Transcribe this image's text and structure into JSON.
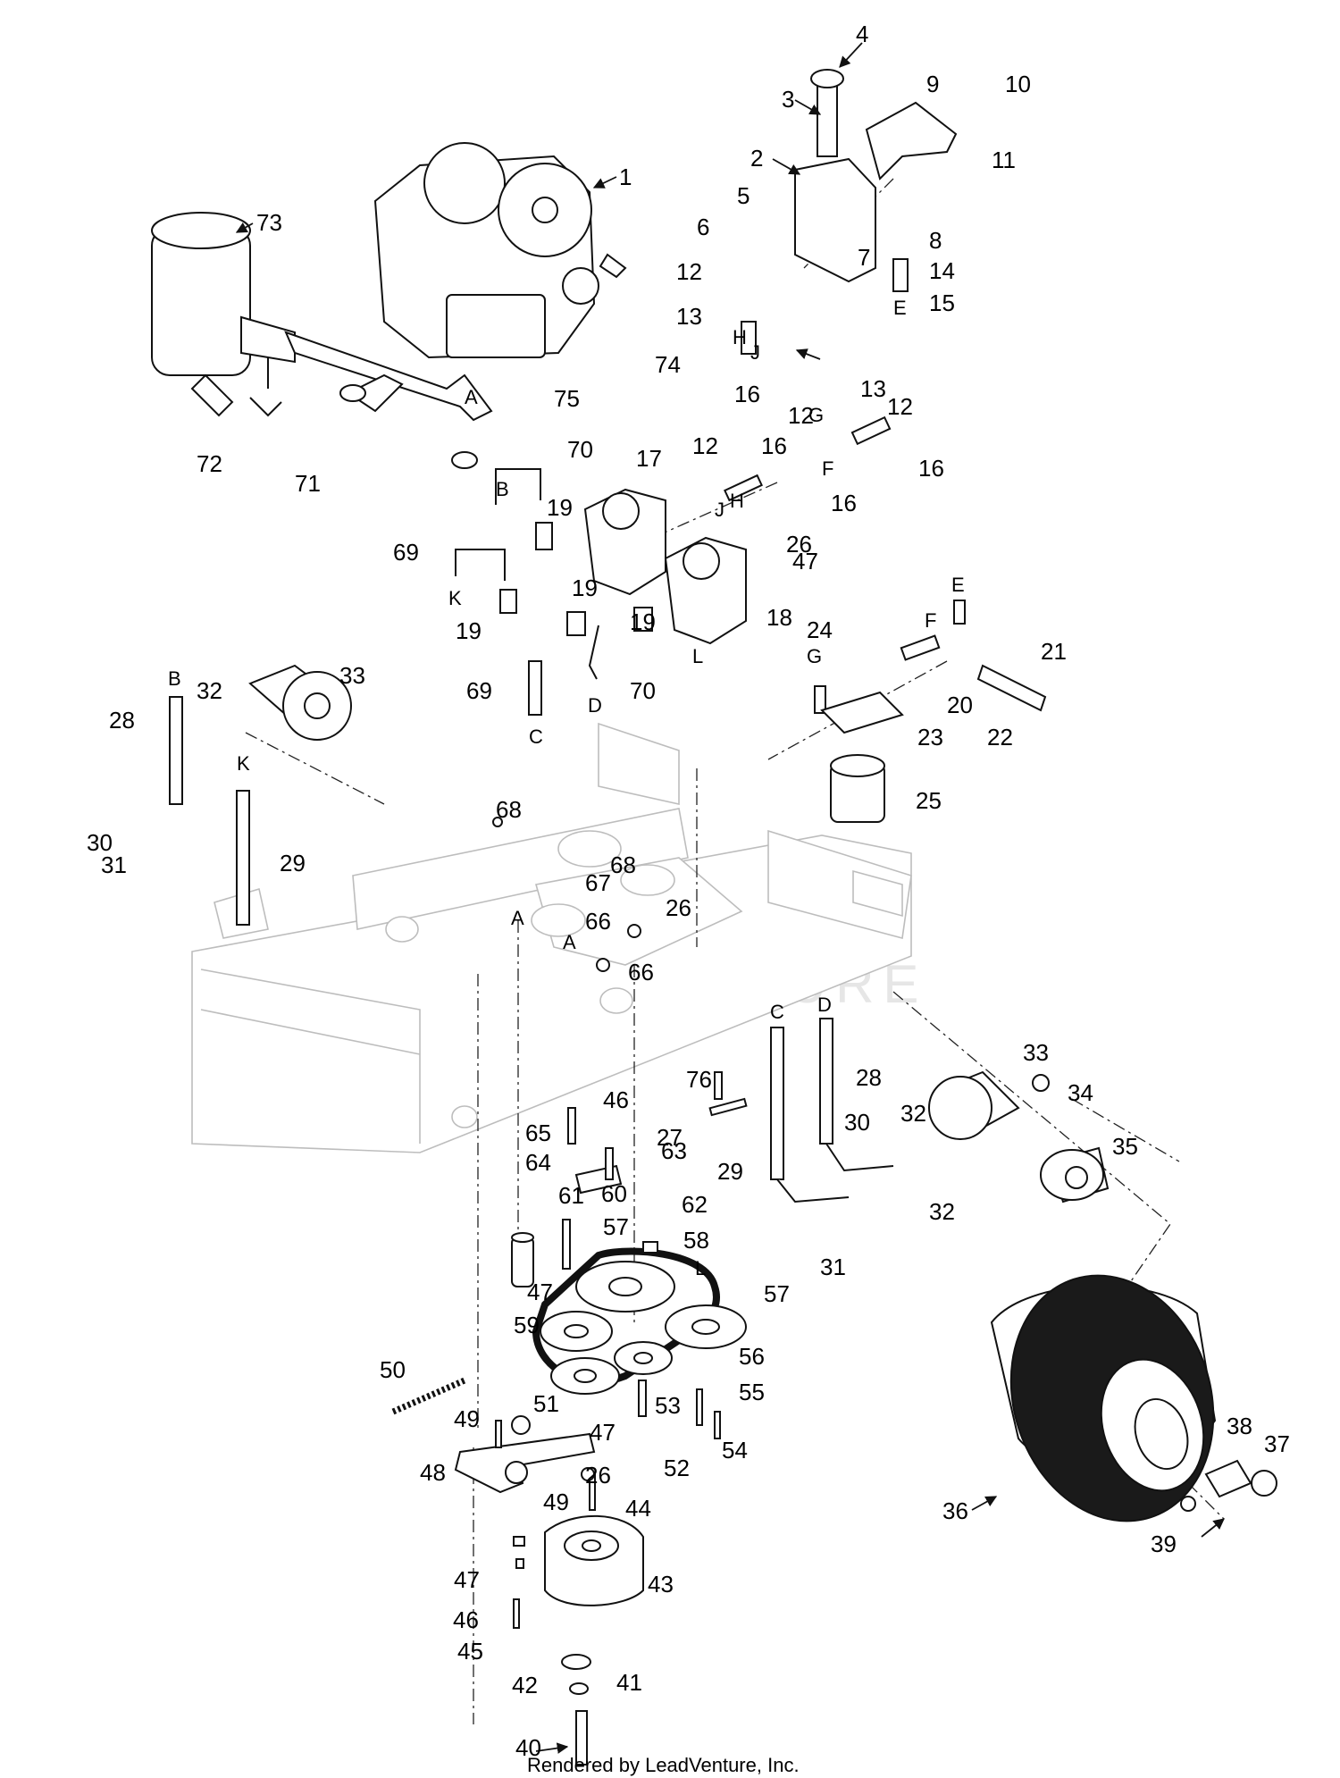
{
  "footer": "Rendered by LeadVenture, Inc.",
  "watermark": "LEADVENTURE",
  "colors": {
    "line": "#111111",
    "faint": "#bdbdbd",
    "watermark": "#e6e6e6"
  },
  "callouts": [
    "1",
    "2",
    "3",
    "4",
    "5",
    "6",
    "7",
    "8",
    "9",
    "10",
    "11",
    "12",
    "13",
    "14",
    "15",
    "16",
    "17",
    "18",
    "19",
    "20",
    "21",
    "22",
    "23",
    "24",
    "25",
    "26",
    "27",
    "28",
    "29",
    "30",
    "31",
    "32",
    "33",
    "34",
    "35",
    "36",
    "37",
    "38",
    "39",
    "40",
    "41",
    "42",
    "43",
    "44",
    "45",
    "46",
    "47",
    "48",
    "49",
    "50",
    "51",
    "52",
    "53",
    "54",
    "55",
    "56",
    "57",
    "58",
    "59",
    "60",
    "61",
    "62",
    "63",
    "64",
    "65",
    "66",
    "67",
    "68",
    "69",
    "70",
    "71",
    "72",
    "73",
    "74",
    "75",
    "76"
  ],
  "connection_letters": [
    "A",
    "B",
    "C",
    "D",
    "E",
    "F",
    "G",
    "H",
    "J",
    "K",
    "L"
  ]
}
